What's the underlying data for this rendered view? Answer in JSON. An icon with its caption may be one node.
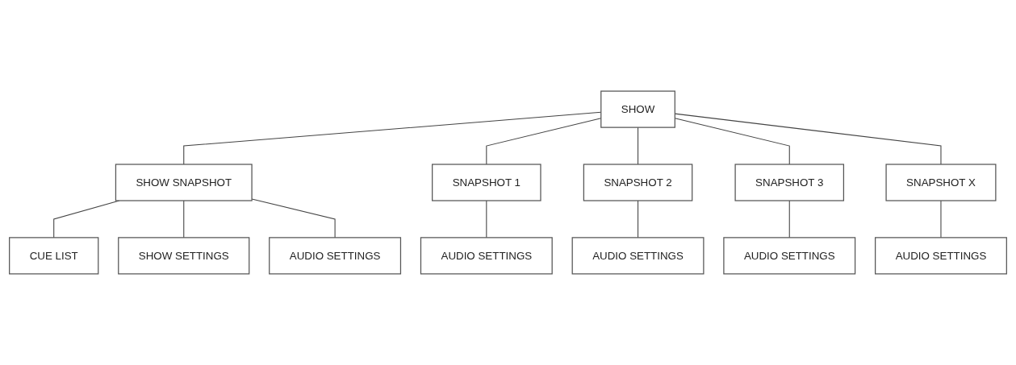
{
  "diagram": {
    "nodes": [
      {
        "text": [
          "SHOW"
        ]
      },
      {
        "text": [
          "SHOW SNAPSHOT"
        ]
      },
      {
        "text": [
          "CUE LIST"
        ]
      },
      {
        "text": [
          "SHOW SETTINGS"
        ]
      },
      {
        "text": [
          "AUDIO SETTINGS"
        ]
      },
      {
        "text": [
          "SNAPSHOT 1"
        ]
      },
      {
        "text": [
          "SNAPSHOT 2"
        ]
      },
      {
        "text": [
          "SNAPSHOT 3"
        ]
      },
      {
        "text": [
          "SNAPSHOT X"
        ]
      },
      {
        "text": [
          "AUDIO SETTINGS"
        ]
      },
      {
        "text": [
          "AUDIO SETTINGS"
        ]
      },
      {
        "text": [
          "AUDIO SETTINGS"
        ]
      },
      {
        "text": [
          "AUDIO SETTINGS"
        ]
      }
    ],
    "edges": [
      {
        "from": 0,
        "to": 1,
        "arrow": "none"
      },
      {
        "from": 1,
        "to": 2,
        "arrow": "none"
      },
      {
        "from": 1,
        "to": 3,
        "arrow": "none"
      },
      {
        "from": 1,
        "to": 4,
        "arrow": "none"
      },
      {
        "from": 0,
        "to": 5,
        "arrow": "none"
      },
      {
        "from": 0,
        "to": 6,
        "arrow": "none"
      },
      {
        "from": 0,
        "to": 7,
        "arrow": "none"
      },
      {
        "from": 0,
        "to": 8,
        "arrow": "none"
      },
      {
        "from": 5,
        "to": 9,
        "arrow": "none"
      },
      {
        "from": 6,
        "to": 10,
        "arrow": "none"
      },
      {
        "from": 7,
        "to": 11,
        "arrow": "none"
      },
      {
        "from": 8,
        "to": 12,
        "arrow": "none"
      }
    ]
  }
}
